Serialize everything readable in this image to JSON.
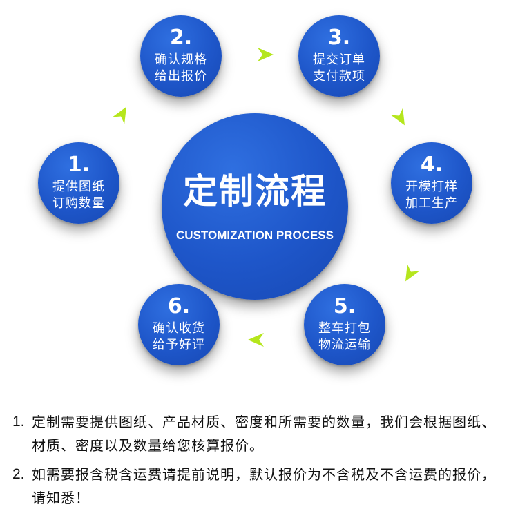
{
  "center": {
    "title": "定制流程",
    "subtitle": "CUSTOMIZATION PROCESS"
  },
  "steps": [
    {
      "num": "1.",
      "line1": "提供图纸",
      "line2": "订购数量"
    },
    {
      "num": "2.",
      "line1": "确认规格",
      "line2": "给出报价"
    },
    {
      "num": "3.",
      "line1": "提交订单",
      "line2": "支付款项"
    },
    {
      "num": "4.",
      "line1": "开模打样",
      "line2": "加工生产"
    },
    {
      "num": "5.",
      "line1": "整车打包",
      "line2": "物流运输"
    },
    {
      "num": "6.",
      "line1": "确认收货",
      "line2": "给予好评"
    }
  ],
  "notes": [
    {
      "idx": "1.",
      "text": "定制需要提供图纸、产品材质、密度和所需要的数量，我们会根据图纸、材质、密度以及数量给您核算报价。"
    },
    {
      "idx": "2.",
      "text": "如需要报含税含运费请提前说明，默认报价为不含税及不含运费的报价，请知悉！"
    }
  ],
  "colors": {
    "circle": "#1e56c9",
    "arrow": "#b5e61d",
    "text_dark": "#111111"
  },
  "icons": {
    "arrow": "chevron-arrow-icon"
  }
}
